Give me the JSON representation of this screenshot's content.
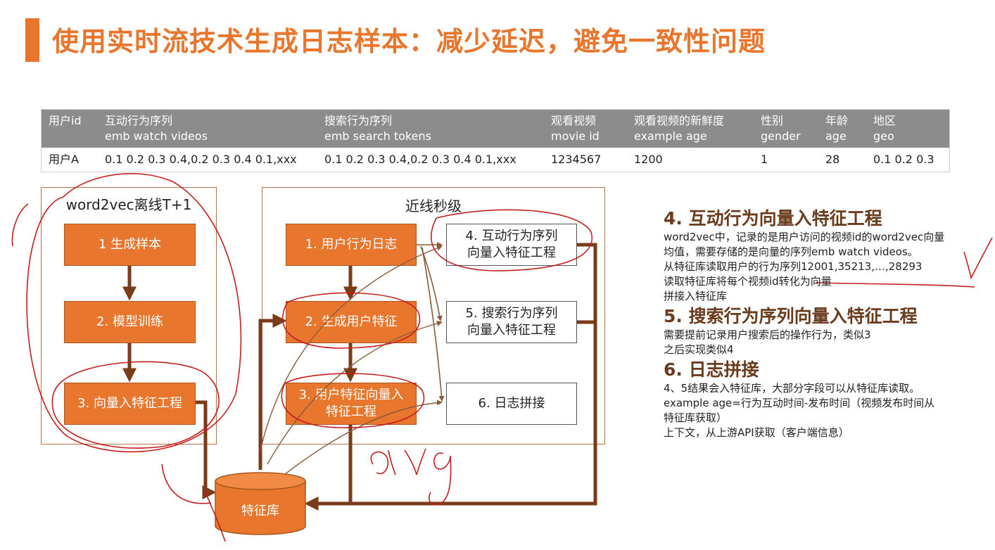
{
  "title": "使用实时流技术生成日志样本：减少延迟，避免一致性问题",
  "table": {
    "headers": [
      {
        "line1": "用户id",
        "line2": ""
      },
      {
        "line1": "互动行为序列",
        "line2": "emb watch videos"
      },
      {
        "line1": "搜索行为序列",
        "line2": "emb search tokens"
      },
      {
        "line1": "观看视频",
        "line2": "movie id"
      },
      {
        "line1": "观看视频的新鲜度",
        "line2": "example age"
      },
      {
        "line1": "性别",
        "line2": "gender"
      },
      {
        "line1": "年龄",
        "line2": "age"
      },
      {
        "line1": "地区",
        "line2": "geo"
      }
    ],
    "row": [
      "用户A",
      "0.1 0.2 0.3 0.4,0.2 0.3 0.4 0.1,xxx",
      "0.1 0.2 0.3 0.4,0.2 0.3 0.4 0.1,xxx",
      "1234567",
      "1200",
      "1",
      "28",
      "0.1 0.2 0.3"
    ]
  },
  "offline": {
    "title": "word2vec离线T+1",
    "steps": [
      "1 生成样本",
      "2. 模型训练",
      "3. 向量入特征工程"
    ]
  },
  "nearline": {
    "title": "近线秒级",
    "steps": [
      "1. 用户行为日志",
      "2. 生成用户特征",
      "3. 用户特征向量入特征工程"
    ],
    "outputs": [
      "4. 互动行为序列向量入特征工程",
      "5. 搜索行为序列向量入特征工程",
      "6. 日志拼接"
    ]
  },
  "feature_store": "特征库",
  "handwriting": "avg",
  "notes": [
    {
      "heading": "4. 互动行为向量入特征工程",
      "lines": [
        "word2vec中，记录的是用户访问的视频id的word2vec向量",
        "均值，需要存储的是向量的序列emb watch videos。",
        "从特征库读取用户的行为序列12001,35213,…,28293",
        "读取特征库将每个视频id转化为向量",
        "拼接入特征库"
      ]
    },
    {
      "heading": "5. 搜索行为序列向量入特征工程",
      "lines": [
        "需要提前记录用户搜索后的操作行为，类似3",
        "之后实现类似4"
      ]
    },
    {
      "heading": "6. 日志拼接",
      "lines": [
        "4、5结果会入特征库，大部分字段可以从特征库读取。",
        "example age=行为互动时间-发布时间（视频发布时间从",
        "特征库获取）",
        "上下文，从上游API获取（客户端信息）"
      ]
    }
  ],
  "colors": {
    "accent": "#e8762c",
    "arrow": "#7a3b18",
    "ink": "#c41e1e",
    "header_bg": "#8c8c8c"
  }
}
